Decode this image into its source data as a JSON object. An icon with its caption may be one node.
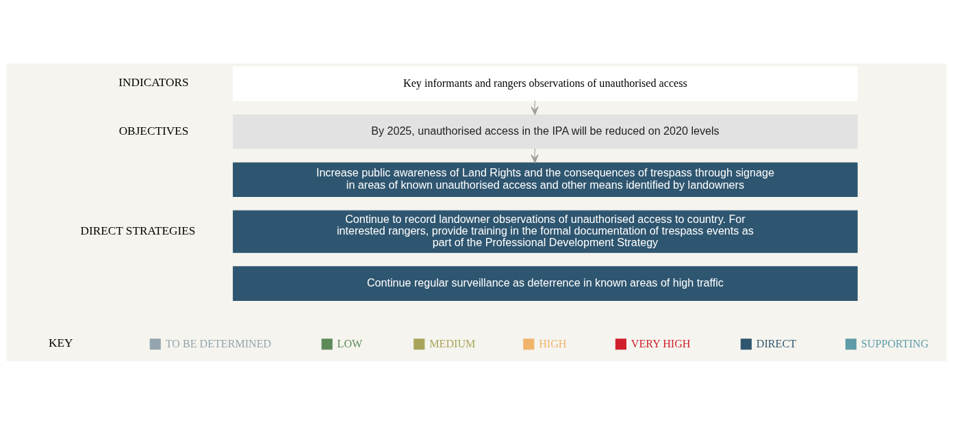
{
  "diagram": {
    "nodes": [
      {
        "text": [
          "Key informants and rangers observations of unauthorised access"
        ]
      },
      {
        "text": [
          "By 2025, unauthorised access in the IPA will be reduced on 2020 levels"
        ]
      },
      {
        "text": [
          "Increase public awareness of Land Rights and the consequences of trespass through signage in areas of known unauthorised access and other means identified by landowners"
        ]
      },
      {
        "text": [
          "Continue to record landowner observations of unauthorised access to country. For interested rangers, provide training in the formal documentation of trespass events as part of the Professional Development Strategy"
        ]
      },
      {
        "text": [
          "Continue regular surveillance as deterrence in known areas of high traffic"
        ]
      }
    ],
    "edges": [
      {
        "from": 0,
        "to": 1,
        "arrow": "to"
      },
      {
        "from": 1,
        "to": 2,
        "arrow": "to"
      }
    ],
    "labels": [
      "INDICATORS",
      "OBJECTIVES",
      "DIRECT STRATEGIES",
      "KEY"
    ],
    "legend": [
      {
        "text": "TO BE DETERMINED",
        "color": "#94a5ae"
      },
      {
        "text": "LOW",
        "color": "#5e8a5a"
      },
      {
        "text": "MEDIUM",
        "color": "#a8a55a"
      },
      {
        "text": "HIGH",
        "color": "#f0b46c"
      },
      {
        "text": "VERY HIGH",
        "color": "#d01f2a"
      },
      {
        "text": "DIRECT",
        "color": "#2f5670"
      },
      {
        "text": "SUPPORTING",
        "color": "#5e9ca8"
      }
    ]
  }
}
